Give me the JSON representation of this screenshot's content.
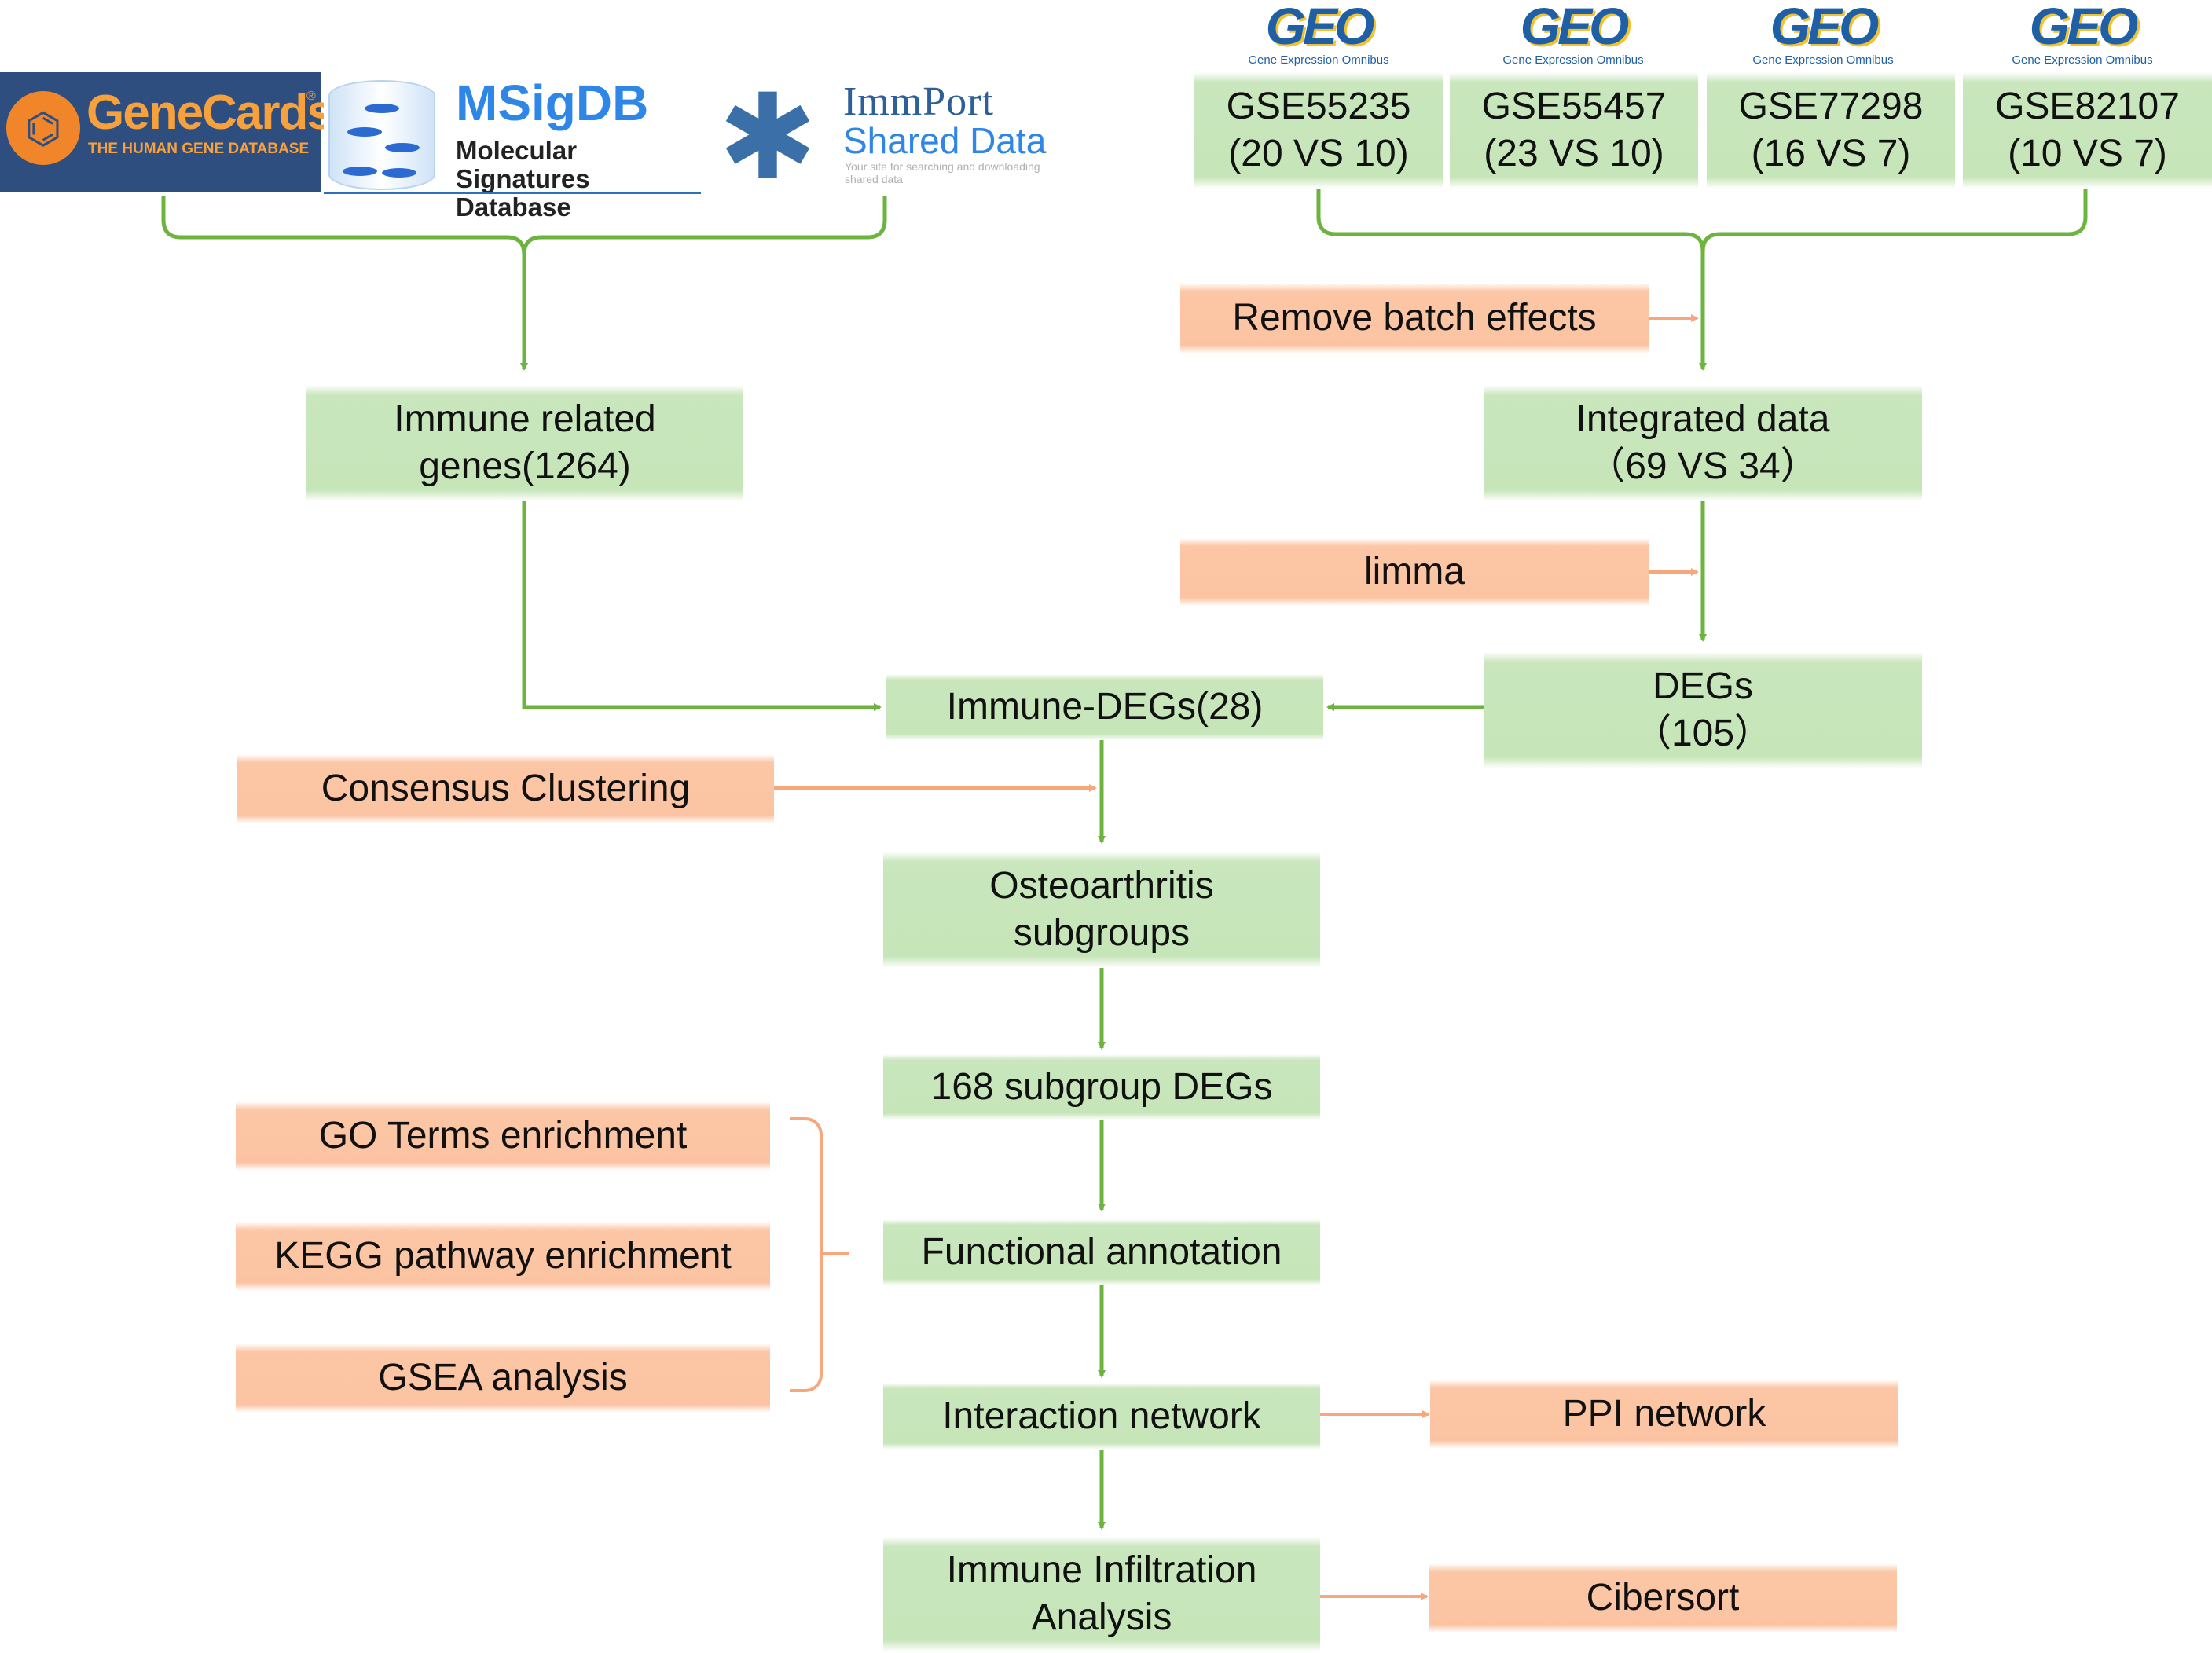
{
  "sources_left": {
    "genecards": {
      "name": "GeneCards",
      "registered": "®",
      "tagline": "THE HUMAN GENE DATABASE"
    },
    "msigdb": {
      "name": "MSigDB",
      "tagline": "Molecular Signatures\nDatabase"
    },
    "immport": {
      "name": "ImmPort",
      "subtitle": "Shared Data",
      "tagline": "Your site for searching and downloading shared data"
    }
  },
  "geo": {
    "logo_text": "GEO",
    "logo_sub": "Gene Expression Omnibus",
    "datasets": [
      {
        "label": "GSE55235\n(20 VS 10)"
      },
      {
        "label": "GSE55457\n(23 VS 10)"
      },
      {
        "label": "GSE77298\n(16 VS 7)"
      },
      {
        "label": "GSE82107\n(10 VS 7)"
      }
    ]
  },
  "nodes": {
    "immune_genes": "Immune related\ngenes(1264)",
    "remove_batch": "Remove batch effects",
    "integrated": "Integrated data\n（69 VS 34）",
    "limma": "limma",
    "degs": "DEGs\n（105）",
    "immune_degs": "Immune-DEGs(28)",
    "consensus": "Consensus Clustering",
    "oa_subgroups": "Osteoarthritis\nsubgroups",
    "subgroup_degs": "168 subgroup DEGs",
    "go_terms": "GO Terms enrichment",
    "kegg": "KEGG pathway enrichment",
    "gsea": "GSEA analysis",
    "functional": "Functional annotation",
    "interaction": "Interaction network",
    "ppi": "PPI network",
    "immune_infiltration": "Immune Infiltration\nAnalysis",
    "cibersort": "Cibersort"
  },
  "colors": {
    "green_box": "#c6e5b8",
    "orange_box": "#fbc3a2",
    "green_line": "#6db33f",
    "orange_line": "#f8a77d"
  }
}
